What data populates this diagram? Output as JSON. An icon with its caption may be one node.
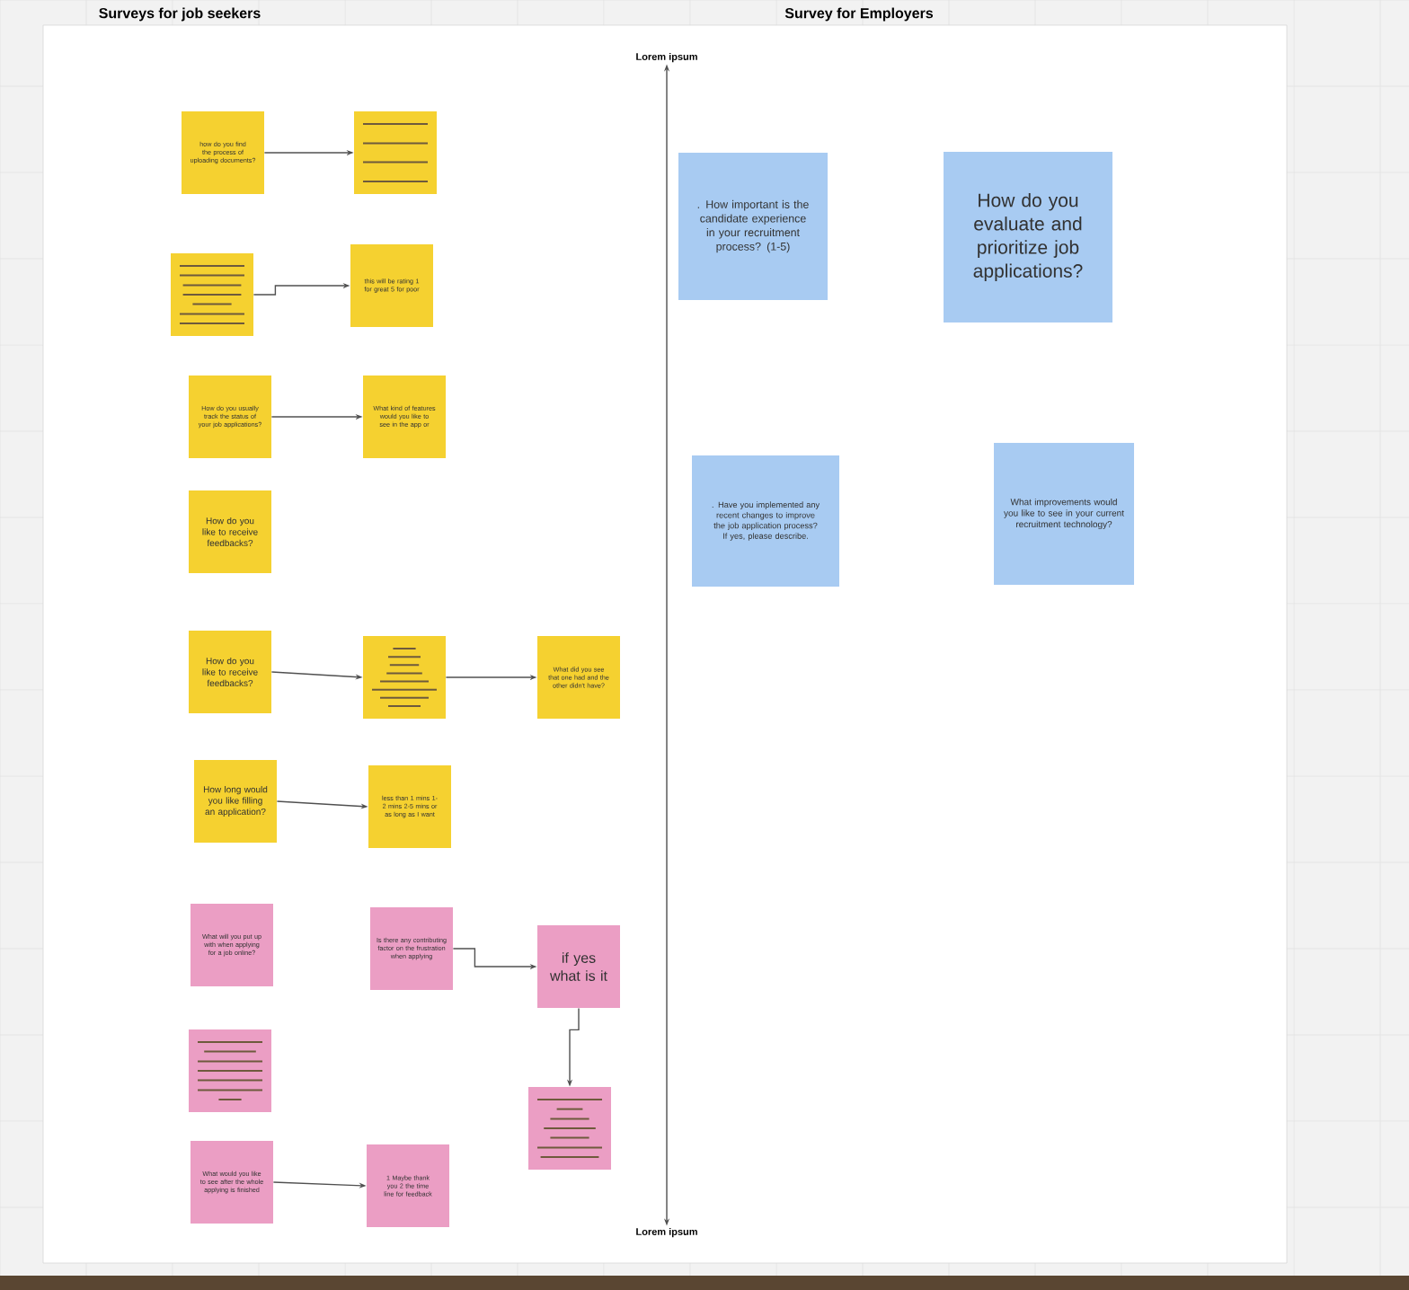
{
  "diagram": {
    "nodes": [
      {
        "text": [
          "how do you find the process of uploading documents?"
        ]
      },
      {
        "text": [],
        "shape": "box"
      },
      {
        "text": [],
        "shape": "box"
      },
      {
        "text": [
          "this will be rating 1 for great 5 for poor"
        ]
      },
      {
        "text": [
          "How do you usually track the status of your job applications?"
        ]
      },
      {
        "text": [
          "What kind of features would you like to see in the app or"
        ]
      },
      {
        "text": [
          "How do you like to receive feedbacks?"
        ]
      },
      {
        "text": [
          "How do you like to receive feedbacks?"
        ]
      },
      {
        "text": [],
        "shape": "box"
      },
      {
        "text": [
          "What did you see that one had and the other didn't have?"
        ]
      },
      {
        "text": [
          "How long would you like filling an application?"
        ]
      },
      {
        "text": [
          "less than 1 mins 1-2 mins 2-5 mins or as long as I want"
        ]
      },
      {
        "text": [
          "What will you put up with when applying for a job online?"
        ]
      },
      {
        "text": [
          "Is there any contributing factor on the frustration when applying"
        ]
      },
      {
        "text": [
          "if yes what is it"
        ]
      },
      {
        "text": [],
        "shape": "box"
      },
      {
        "text": [],
        "shape": "box"
      },
      {
        "text": [
          "What would you like to see after the whole applying is finished"
        ]
      },
      {
        "text": [
          "1 Maybe thank you 2 the time line for feedback"
        ]
      },
      {
        "text": [
          ". How important is the candidate experience in your recruitment process? (1-5)"
        ]
      },
      {
        "text": [
          "How do you evaluate and prioritize job applications?"
        ]
      },
      {
        "text": [
          ". Have you implemented any recent changes to improve the job application process? If yes, please describe."
        ]
      },
      {
        "text": [
          "What improvements would you like to see in your current recruitment technology?"
        ]
      },
      {
        "text": [
          "Lorem ipsum"
        ]
      },
      {
        "text": [
          "Lorem ipsum"
        ]
      }
    ],
    "edges": [
      {
        "from": 0,
        "to": 1,
        "arrow": "to"
      },
      {
        "from": 2,
        "to": 3,
        "arrow": "to"
      },
      {
        "from": 4,
        "to": 5,
        "arrow": "to"
      },
      {
        "from": 7,
        "to": 8,
        "arrow": "to"
      },
      {
        "from": 8,
        "to": 9,
        "arrow": "to"
      },
      {
        "from": 10,
        "to": 11,
        "arrow": "to"
      },
      {
        "from": 13,
        "to": 14,
        "arrow": "to"
      },
      {
        "from": 14,
        "to": 16,
        "arrow": "to"
      },
      {
        "from": 17,
        "to": 18,
        "arrow": "to"
      },
      {
        "from": 23,
        "to": 24,
        "arrow": "both"
      }
    ],
    "labels": [
      "Surveys for job seekers",
      "Survey for Employers"
    ]
  }
}
